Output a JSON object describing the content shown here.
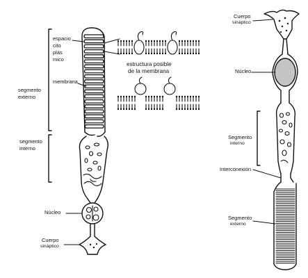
{
  "rod": {
    "labels": {
      "espacio_1": "espacio",
      "espacio_2": "cito",
      "espacio_3": "plás",
      "espacio_4": "mico",
      "membrana": "membrana",
      "segmento_externo_1": "segmento",
      "segmento_externo_2": "externo",
      "segmento_interno_1": "segmento",
      "segmento_interno_2": "interno",
      "nucleo": "Núcleo",
      "cuerpo_1": "Cuerpo",
      "cuerpo_2": "sináptico"
    }
  },
  "membrane_detail": {
    "caption_1": "estructura posible",
    "caption_2": "de la membrana"
  },
  "cone": {
    "labels": {
      "cuerpo_1": "Cuerpo",
      "cuerpo_2": "sináptico",
      "nucleo": "Núcleo",
      "segmento_interno_1": "Segmento",
      "segmento_interno_2": "interno",
      "interconexion": "Interconexión",
      "segmento_externo_1": "Segmento",
      "segmento_externo_2": "externo"
    }
  }
}
